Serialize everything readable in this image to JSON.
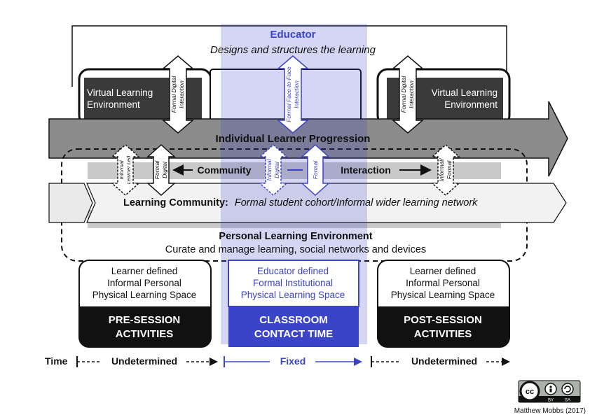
{
  "educator": {
    "title": "Educator",
    "subtitle": "Designs and structures the learning"
  },
  "vle": {
    "left_line1": "Virtual Learning",
    "left_line2": "Environment",
    "right_line1": "Virtual Learning",
    "right_line2": "Environment"
  },
  "arrows": {
    "formal_digital_interaction_a": "Formal Digital",
    "formal_digital_interaction_b": "Interaction",
    "formal_f2f_a": "Formal Face-to-Face",
    "formal_f2f_b": "Interaction",
    "informal_learner_led_a": "Informal",
    "informal_learner_led_b": "Learner Led",
    "formal_digital_a": "Formal",
    "formal_digital_b": "Digital",
    "informal_digital_a": "Informal",
    "informal_digital_b": "Digital",
    "formal": "Formal",
    "informal_formal_a": "Informal/",
    "informal_formal_b": "Formal"
  },
  "progression": "Individual Learner Progression",
  "community": {
    "left": "Community",
    "right": "Interaction"
  },
  "learning_community": {
    "bold": "Learning Community:",
    "italic": "Formal student cohort/Informal wider learning network"
  },
  "ple": {
    "title": "Personal Learning Environment",
    "subtitle": "Curate and manage learning, social networks and devices"
  },
  "spaces": {
    "left": [
      "Learner defined",
      "Informal Personal",
      "Physical Learning Space"
    ],
    "center": [
      "Educator defined",
      "Formal Institutional",
      "Physical Learning Space"
    ],
    "right": [
      "Learner defined",
      "Informal Personal",
      "Physical Learning Space"
    ]
  },
  "phases": {
    "pre_a": "PRE-SESSION",
    "pre_b": "ACTIVITIES",
    "class_a": "CLASSROOM",
    "class_b": "CONTACT TIME",
    "post_a": "POST-SESSION",
    "post_b": "ACTIVITIES"
  },
  "timeline": {
    "label": "Time",
    "pre": "Undetermined",
    "class": "Fixed",
    "post": "Undetermined"
  },
  "license": {
    "cc": "cc",
    "by": "BY",
    "sa": "SA",
    "credit": "Matthew Mobbs (2017)"
  },
  "colors": {
    "blue": "#3b43c9",
    "dark": "#111111",
    "grey": "#8c8c8c"
  }
}
